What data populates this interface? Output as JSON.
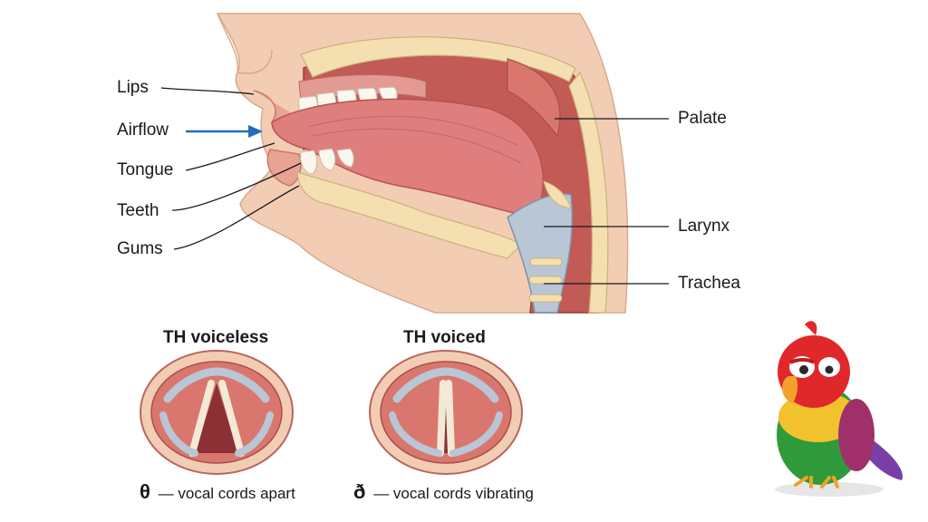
{
  "diagram": {
    "labels_left": {
      "lips": "Lips",
      "airflow": "Airflow",
      "tongue": "Tongue",
      "teeth": "Teeth",
      "gums": "Gums"
    },
    "labels_right": {
      "palate": "Palate",
      "larynx": "Larynx",
      "trachea": "Trachea"
    },
    "glottis": [
      {
        "title": "TH voiceless",
        "symbol": "θ",
        "caption": "— vocal cords apart",
        "state": "open"
      },
      {
        "title": "TH voiced",
        "symbol": "ð",
        "caption": "— vocal cords vibrating",
        "state": "closed"
      }
    ],
    "colors": {
      "skin": "#f2cdb4",
      "tissue": "#d9776e",
      "tongue": "#e07e7e",
      "bone": "#f3dfb0",
      "airflow_arrow": "#1f6fb8",
      "cartilage": "#b9c6d6"
    },
    "icons": [
      "parrot-mascot-icon"
    ]
  }
}
